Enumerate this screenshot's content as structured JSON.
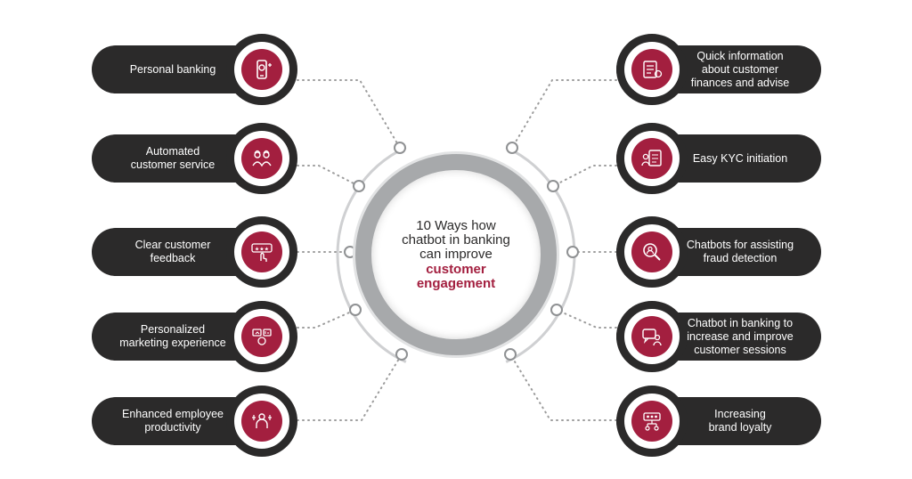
{
  "center": {
    "title": "10 Ways how\nchatbot in banking\ncan improve",
    "highlight": "customer\nengagement"
  },
  "left_items": [
    {
      "label": "Personal banking",
      "icon": "mobile-banking-icon"
    },
    {
      "label": "Automated\ncustomer service",
      "icon": "customer-service-team-icon"
    },
    {
      "label": "Clear customer\nfeedback",
      "icon": "star-rating-feedback-icon"
    },
    {
      "label": "Personalized\nmarketing experience",
      "icon": "marketing-analytics-icon"
    },
    {
      "label": "Enhanced employee\nproductivity",
      "icon": "employee-productivity-icon"
    }
  ],
  "right_items": [
    {
      "label": "Quick information\nabout customer\nfinances and advise",
      "icon": "finance-info-icon"
    },
    {
      "label": "Easy KYC initiation",
      "icon": "kyc-document-icon"
    },
    {
      "label": "Chatbots for assisting\nfraud detection",
      "icon": "fraud-detection-icon"
    },
    {
      "label": "Chatbot in banking to\nincrease and improve\ncustomer sessions",
      "icon": "customer-sessions-icon"
    },
    {
      "label": "Increasing\nbrand loyalty",
      "icon": "brand-loyalty-icon"
    }
  ],
  "colors": {
    "pill": "#2b2a2a",
    "accent": "#a31f3f",
    "ring": "#a7a9ab",
    "dots": "#9c9c9c"
  }
}
